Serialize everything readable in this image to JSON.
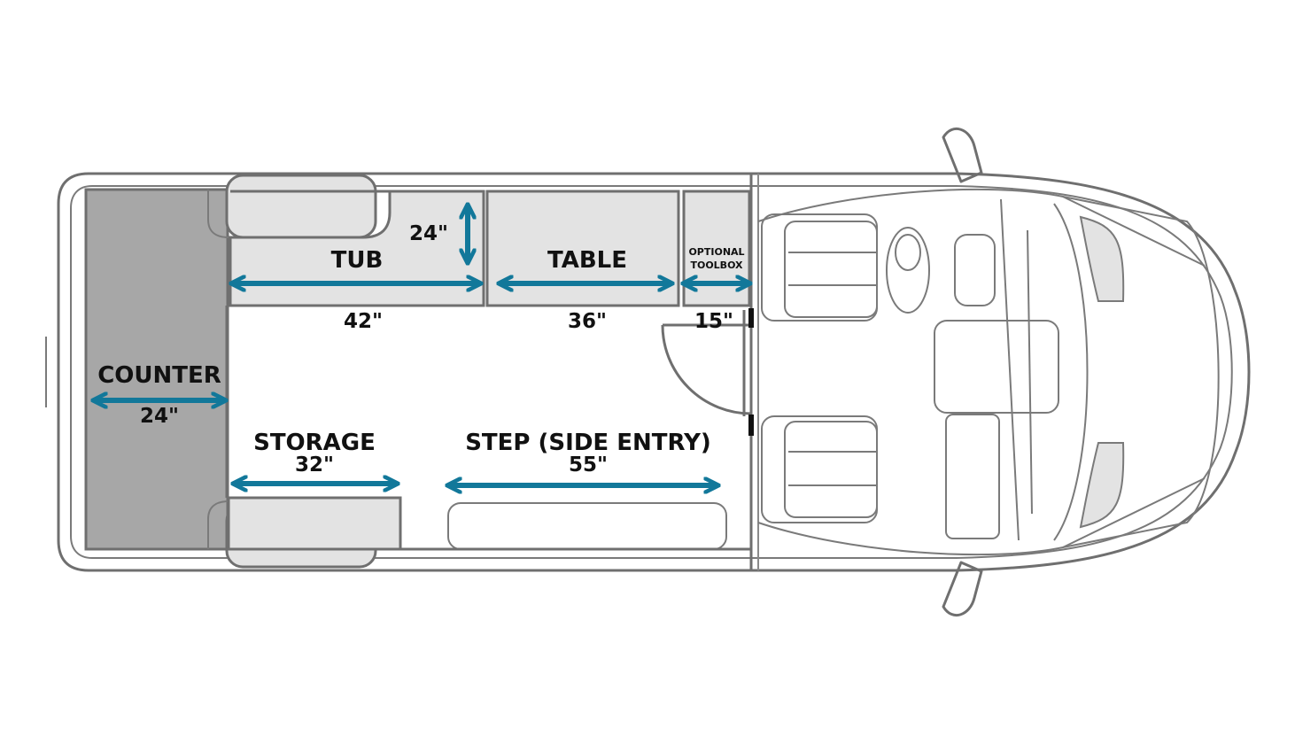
{
  "colors": {
    "arrow": "#12789a",
    "counter_fill": "#a7a7a7",
    "zone_fill": "#e3e3e3",
    "outline": "#6f6f6f"
  },
  "labels": {
    "counter": "COUNTER",
    "tub": "TUB",
    "table": "TABLE",
    "optional_toolbox_line1": "OPTIONAL",
    "optional_toolbox_line2": "TOOLBOX",
    "storage": "STORAGE",
    "step": "STEP (SIDE ENTRY)"
  },
  "dimensions": {
    "counter": "24\"",
    "tub_width": "42\"",
    "tub_depth": "24\"",
    "table": "36\"",
    "toolbox": "15\"",
    "storage": "32\"",
    "step": "55\""
  }
}
